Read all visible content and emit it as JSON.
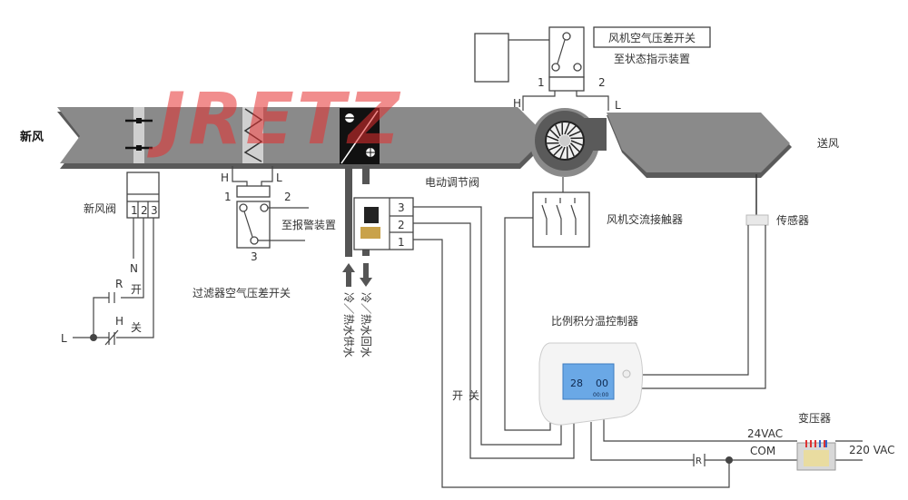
{
  "watermark": "JRETZ",
  "labels": {
    "fresh_air": "新风",
    "supply_air": "送风",
    "fresh_air_damper": "新风阀",
    "filter_dp_switch": "过滤器空气压差开关",
    "to_alarm": "至报警装置",
    "electric_valve": "电动调节阀",
    "fan_dp_switch": "风机空气压差开关",
    "to_status": "至状态指示装置",
    "fan_contactor": "风机交流接触器",
    "sensor": "传感器",
    "controller": "比例积分温控制器",
    "transformer": "变压器",
    "supply_water": "冷／热水供水",
    "return_water": "冷／热水回水",
    "open": "开",
    "close": "关",
    "v24": "24VAC",
    "com": "COM",
    "v220": "220 VAC"
  },
  "terminals": {
    "n": "N",
    "r": "R",
    "h": "H",
    "l": "L",
    "one": "1",
    "two": "2",
    "three": "3"
  },
  "display": {
    "temp": "28",
    "set": "00",
    "time": "00:00"
  },
  "colors": {
    "duct": "#8a8a8a",
    "duct_dark": "#5a5a5a",
    "watermark": "#e53030"
  }
}
